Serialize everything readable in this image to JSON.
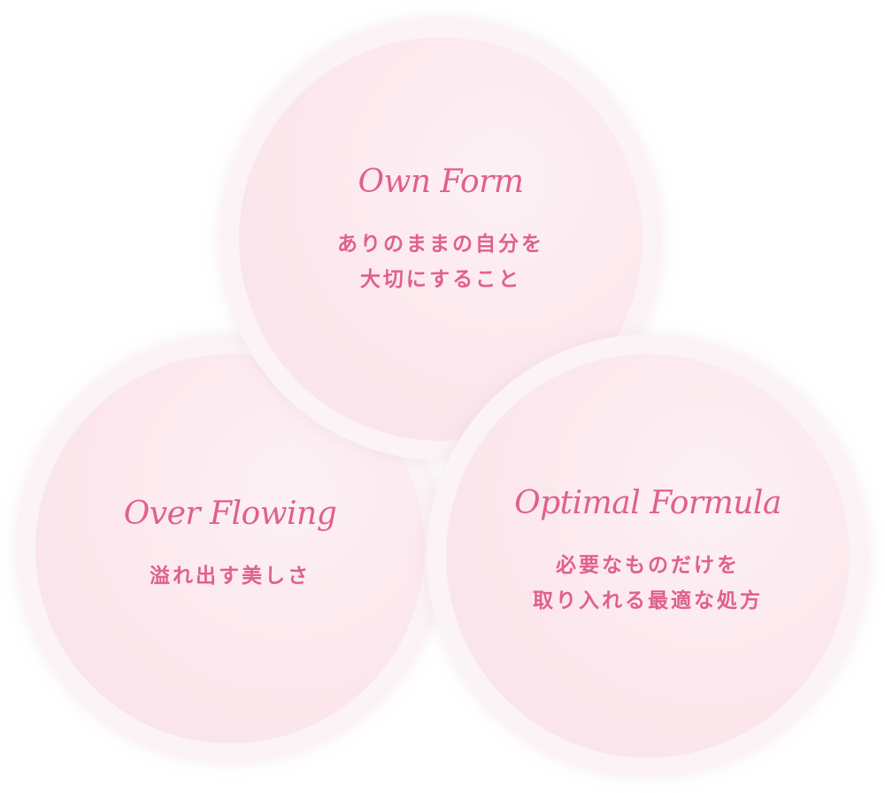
{
  "items": [
    {
      "title": "Own Form",
      "lines": [
        "ありのままの自分を",
        "大切にすること"
      ]
    },
    {
      "title": "Over Flowing",
      "lines": [
        "溢れ出す美しさ"
      ]
    },
    {
      "title": "Optimal Formula",
      "lines": [
        "必要なものだけを",
        "取り入れる最適な処方"
      ]
    }
  ],
  "colors": {
    "text": "#e0608f",
    "circle": "#fbe6ec"
  }
}
